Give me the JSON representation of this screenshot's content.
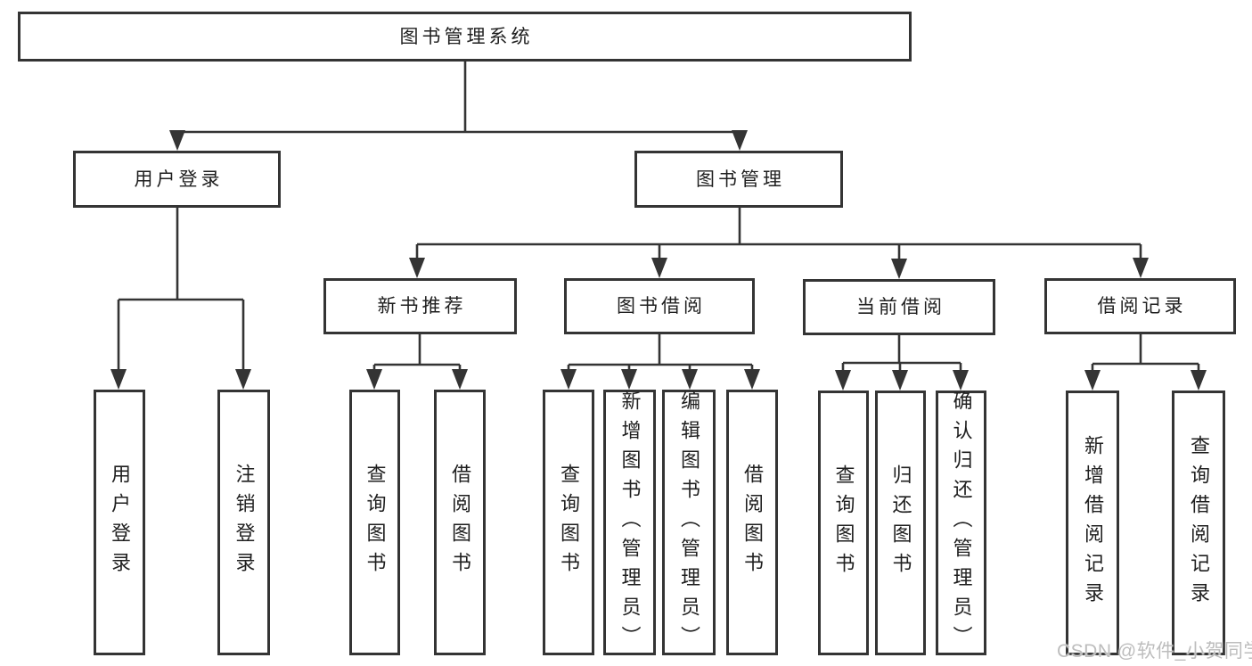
{
  "title": "图书管理系统",
  "watermark": "CSDN @软件_小贺同学",
  "colors": {
    "line": "#343434",
    "text": "#1f1f1f",
    "background": "#ffffff",
    "watermark": "#bdbdbd"
  },
  "tree": {
    "label": "图书管理系统",
    "children": [
      {
        "label": "用户登录",
        "children": [
          {
            "label": "用户登录"
          },
          {
            "label": "注销登录"
          }
        ]
      },
      {
        "label": "图书管理",
        "children": [
          {
            "label": "新书推荐",
            "children": [
              {
                "label": "查询图书"
              },
              {
                "label": "借阅图书"
              }
            ]
          },
          {
            "label": "图书借阅",
            "children": [
              {
                "label": "查询图书"
              },
              {
                "label": "新增图书（管理员）"
              },
              {
                "label": "编辑图书（管理员）"
              },
              {
                "label": "借阅图书"
              }
            ]
          },
          {
            "label": "当前借阅",
            "children": [
              {
                "label": "查询图书"
              },
              {
                "label": "归还图书"
              },
              {
                "label": "确认归还（管理员）"
              }
            ]
          },
          {
            "label": "借阅记录",
            "children": [
              {
                "label": "新增借阅记录"
              },
              {
                "label": "查询借阅记录"
              }
            ]
          }
        ]
      }
    ]
  }
}
